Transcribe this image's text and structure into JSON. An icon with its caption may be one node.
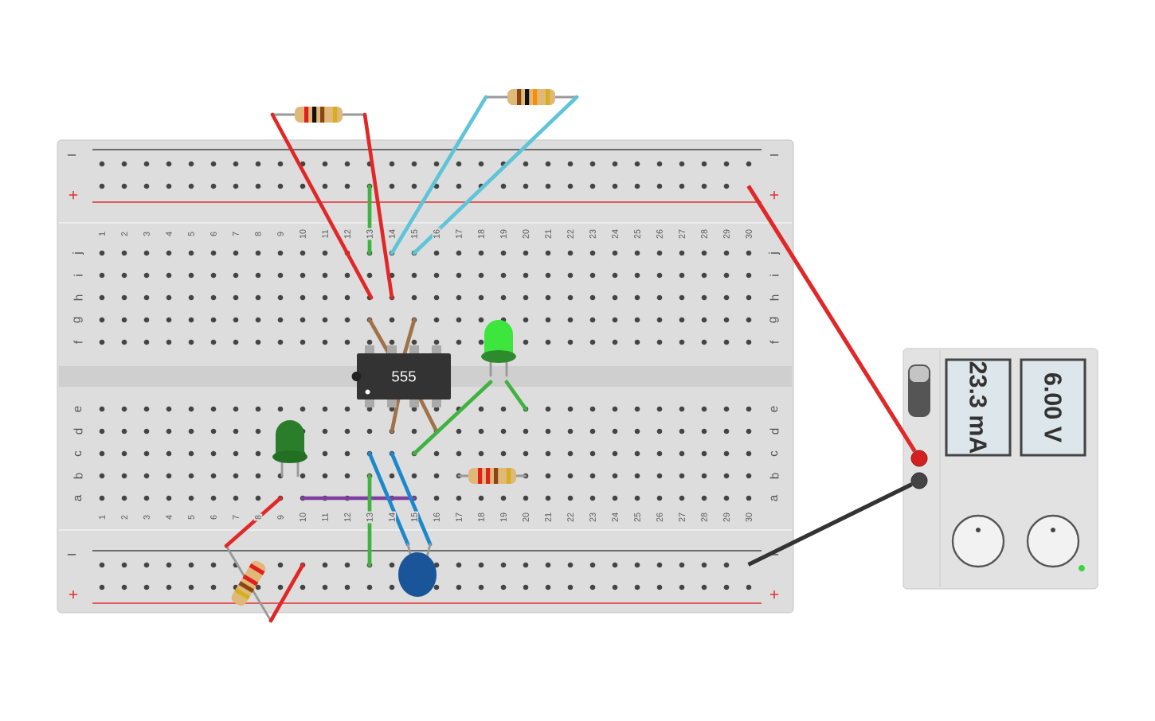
{
  "diagram": {
    "nodes": [
      {
        "text": [],
        "shape": "box"
      },
      {
        "text": [
          "555"
        ],
        "in": 0
      },
      {
        "text": [],
        "shape": "box"
      },
      {
        "text": [
          "23.3 mA"
        ],
        "in": 2
      },
      {
        "text": [
          "6.00 V"
        ],
        "in": 2
      },
      {
        "text": [],
        "shape": "circle",
        "in": 2
      },
      {
        "text": [],
        "shape": "circle",
        "in": 2
      }
    ],
    "edges": [
      {
        "from": 0,
        "to": 5,
        "arrow": "none",
        "color": "#e02828"
      },
      {
        "from": 0,
        "to": 6,
        "arrow": "none",
        "color": "#333333"
      }
    ],
    "labels": [
      "−",
      "−",
      "+",
      "+",
      "1",
      "2",
      "3",
      "4",
      "5",
      "6",
      "7",
      "8",
      "9",
      "10",
      "11",
      "12",
      "13",
      "14",
      "15",
      "16",
      "17",
      "18",
      "19",
      "20",
      "21",
      "22",
      "23",
      "24",
      "25",
      "26",
      "27",
      "28",
      "29",
      "30",
      "j",
      "j",
      "i",
      "i",
      "h",
      "h",
      "g",
      "g",
      "f",
      "f",
      "e",
      "e",
      "d",
      "d",
      "c",
      "c",
      "b",
      "b",
      "a",
      "a",
      "1",
      "2",
      "3",
      "4",
      "5",
      "6",
      "7",
      "8",
      "9",
      "10",
      "11",
      "12",
      "13",
      "14",
      "15",
      "16",
      "17",
      "18",
      "19",
      "20",
      "21",
      "22",
      "23",
      "24",
      "25",
      "26",
      "27",
      "28",
      "29",
      "30",
      "−",
      "−",
      "+",
      "+"
    ]
  }
}
